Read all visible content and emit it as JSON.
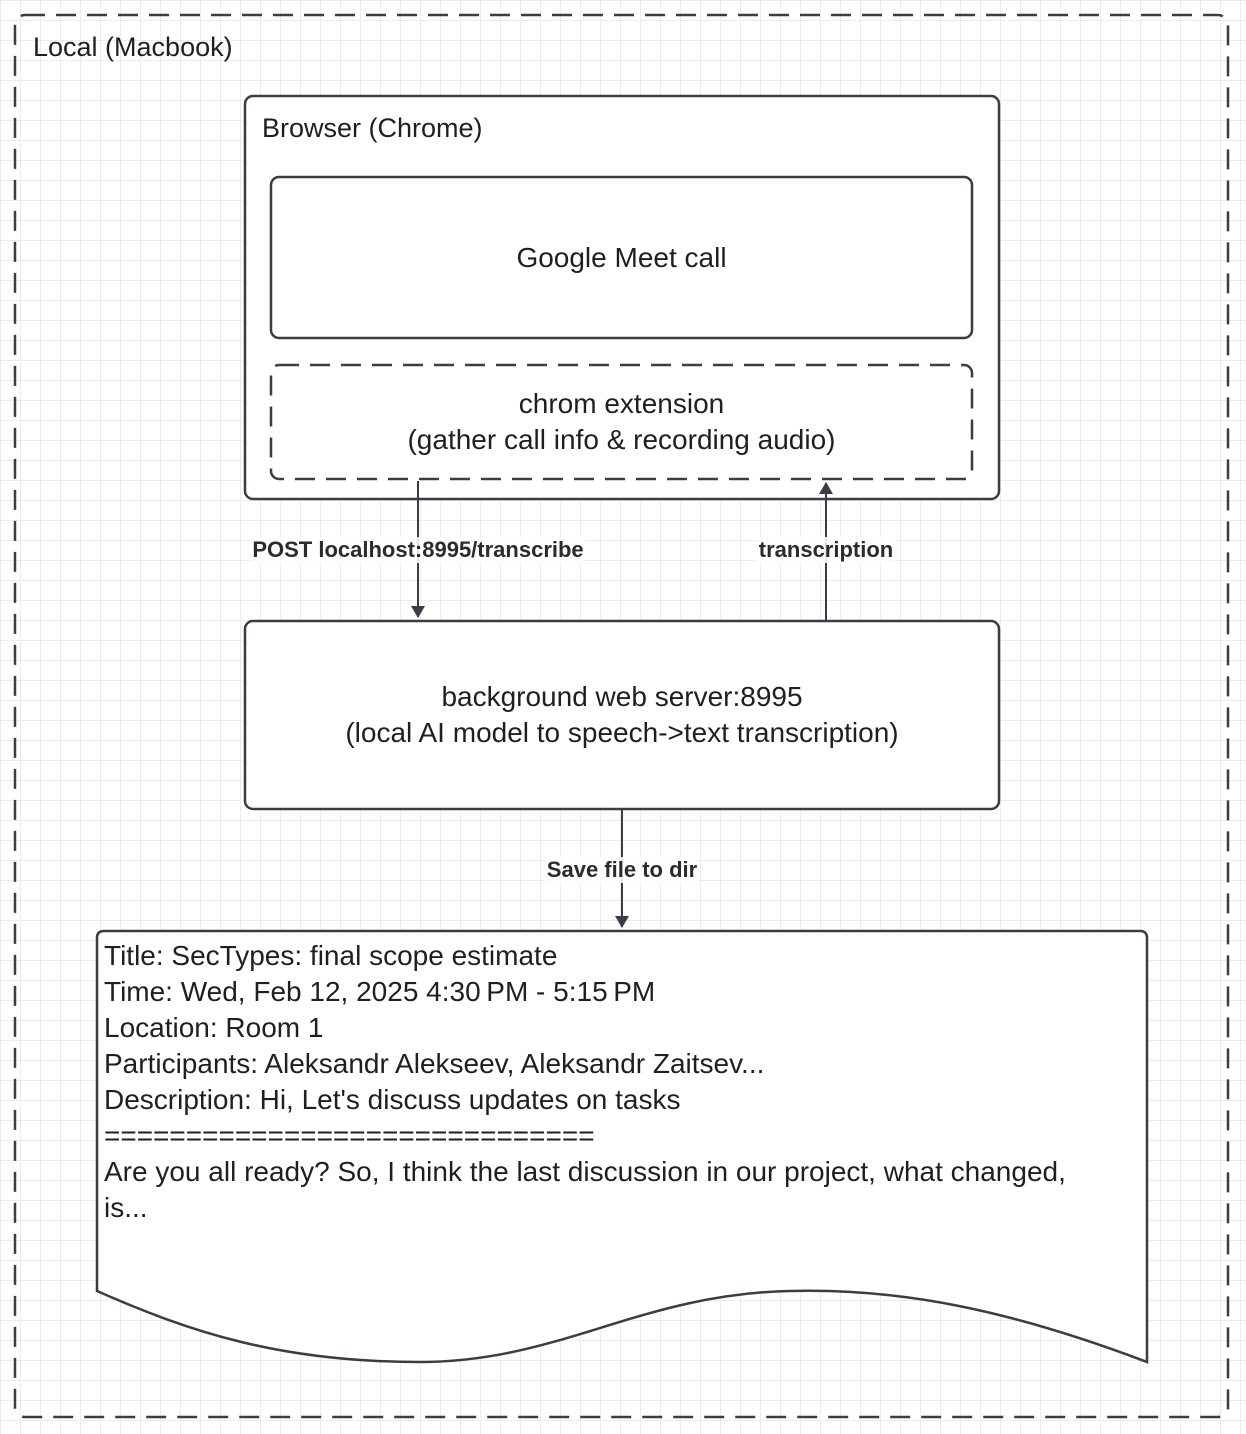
{
  "containers": {
    "local": "Local (Macbook)",
    "browser": "Browser (Chrome)"
  },
  "nodes": {
    "meet": "Google Meet call",
    "extension": {
      "line1": "chrom extension",
      "line2": "(gather call info & recording audio)"
    },
    "server": {
      "line1": "background web server:8995",
      "line2": "(local AI model to speech->text transcription)"
    }
  },
  "edges": {
    "post": "POST localhost:8995/transcribe",
    "transcription": "transcription",
    "save": "Save file to dir"
  },
  "document": {
    "title": "Title: SecTypes: final scope estimate",
    "time": "Time: Wed, Feb 12, 2025 4:30 PM - 5:15 PM",
    "location": "Location: Room 1",
    "participants": "Participants: Aleksandr Alekseev, Aleksandr Zaitsev...",
    "description": "Description: Hi, Let's discuss updates on tasks",
    "separator": "==============================",
    "body": "Are you all ready? So, I think the last discussion in our project, what changed, is..."
  },
  "colors": {
    "stroke": "#3a3d44",
    "text": "#1f1f1f",
    "grid": "#ececec"
  }
}
